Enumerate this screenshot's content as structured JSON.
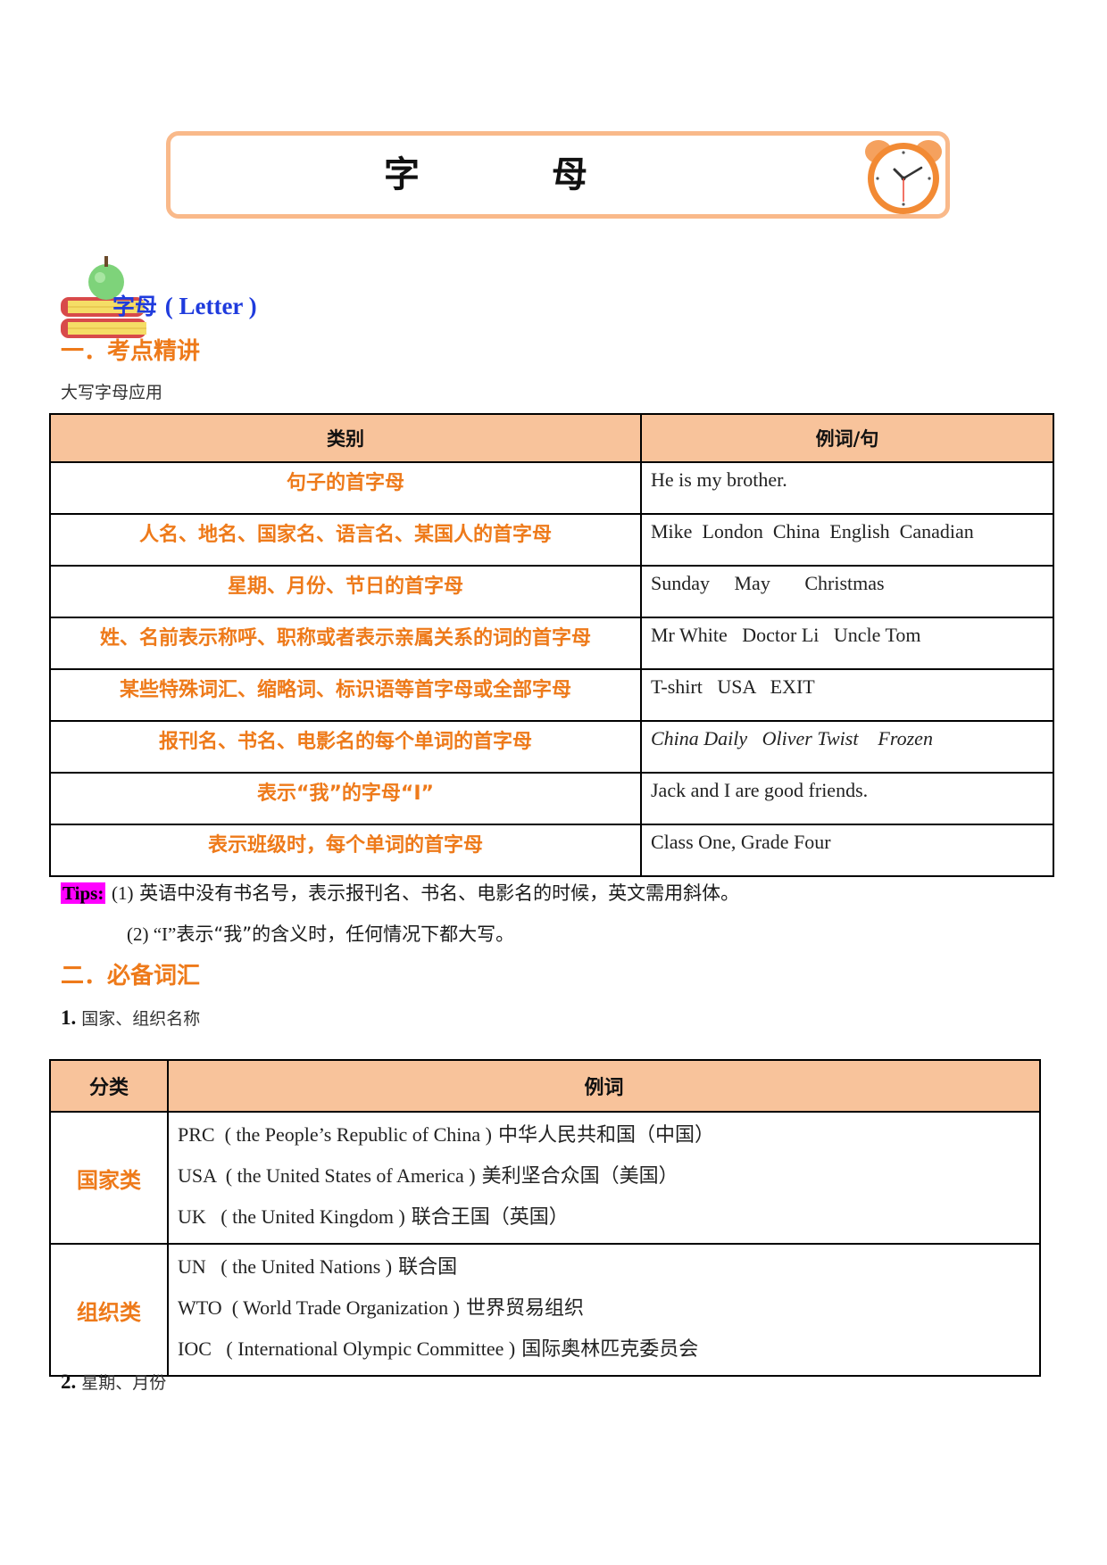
{
  "title": "字　母",
  "lesson_title": {
    "cn": "字母",
    "en": "( Letter )"
  },
  "section1": {
    "heading": "一．考点精讲",
    "table_caption": "大写字母应用",
    "headers": [
      "类别",
      "例词/句"
    ],
    "rows": [
      {
        "category": "句子的首字母",
        "example": "He is my brother."
      },
      {
        "category": "人名、地名、国家名、语言名、某国人的首字母",
        "example": "Mike  London  China  English  Canadian"
      },
      {
        "category": "星期、月份、节日的首字母",
        "example": "Sunday     May       Christmas"
      },
      {
        "category": "姓、名前表示称呼、职称或者表示亲属关系的词的首字母",
        "example": "Mr White   Doctor Li   Uncle Tom"
      },
      {
        "category": "某些特殊词汇、缩略词、标识语等首字母或全部字母",
        "example": "T-shirt   USA   EXIT"
      },
      {
        "category": "报刊名、书名、电影名的每个单词的首字母",
        "example": "China Daily   Oliver Twist    Frozen",
        "italic": true
      },
      {
        "category": "表示“我”的字母“I”",
        "example": "Jack and I are good friends."
      },
      {
        "category": "表示班级时，每个单词的首字母",
        "example": "Class One, Grade Four"
      }
    ]
  },
  "tips": {
    "label": "Tips:",
    "line1_num": "(1)",
    "line1_text": " 英语中没有书名号，表示报刊名、书名、电影名的时候，英文需用斜体。",
    "line2_num": "(2) “I”",
    "line2_text": "表示“我”的含义时，任何情况下都大写。"
  },
  "section2": {
    "heading": "二．必备词汇",
    "sub1_num": "1.",
    "sub1_label": " 国家、组织名称",
    "headers": [
      "分类",
      "例词"
    ],
    "groups": [
      {
        "name": "国家类",
        "items": [
          {
            "en": "PRC  ( the People’s Republic of China )",
            "cn": " 中华人民共和国（中国）"
          },
          {
            "en": "USA  ( the United States of America )",
            "cn": " 美利坚合众国（美国）"
          },
          {
            "en": "UK   ( the United Kingdom )",
            "cn": " 联合王国（英国）"
          }
        ]
      },
      {
        "name": "组织类",
        "items": [
          {
            "en": "UN   ( the United Nations )",
            "cn": " 联合国"
          },
          {
            "en": "WTO  ( World Trade Organization )",
            "cn": " 世界贸易组织"
          },
          {
            "en": "IOC   ( International Olympic Committee )",
            "cn": " 国际奥林匹克委员会"
          }
        ]
      }
    ],
    "sub2_num": "2.",
    "sub2_label": " 星期、月份"
  },
  "colors": {
    "accent": "#EE7A1A",
    "header_fill": "#F8C39B",
    "title_blue": "#1F3BDD",
    "tips_highlight": "#FF00FF"
  }
}
